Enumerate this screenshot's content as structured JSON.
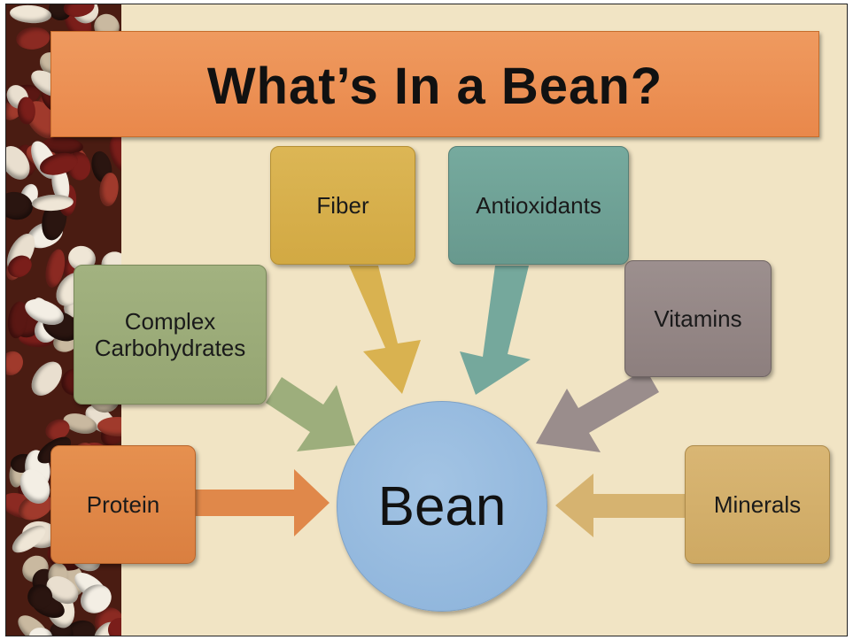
{
  "title": "What’s In a Bean?",
  "hub": {
    "label": "Bean",
    "color": "#8fb4dc"
  },
  "nodes": {
    "fiber": {
      "label": "Fiber",
      "color": "#d6b04e"
    },
    "antioxidants": {
      "label": "Antioxidants",
      "color": "#6fa398"
    },
    "complex_carbohydrates": {
      "label": "Complex Carbohydrates",
      "line1": "Complex",
      "line2": "Carbohydrates",
      "color": "#9bab78"
    },
    "vitamins": {
      "label": "Vitamins",
      "color": "#948685"
    },
    "protein": {
      "label": "Protein",
      "color": "#e0884a"
    },
    "minerals": {
      "label": "Minerals",
      "color": "#d4b16c"
    }
  },
  "decor": {
    "banner_color": "#ec8f50",
    "background_color": "#f1e4c4",
    "side_image": "bean-photo-strip"
  }
}
